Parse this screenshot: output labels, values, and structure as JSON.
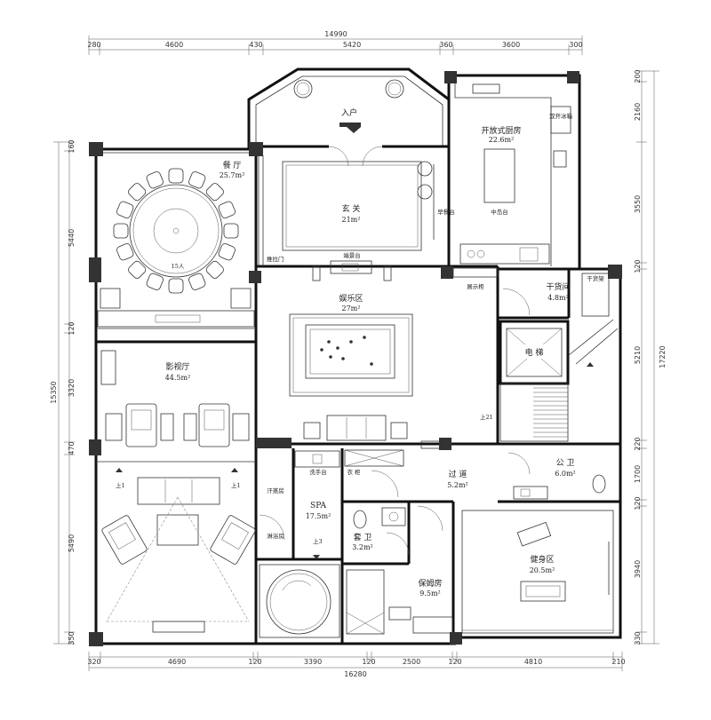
{
  "rooms": {
    "entry": "入户",
    "kitchen": {
      "name": "开放式厨房",
      "area": "22.6m²"
    },
    "fridge": "双开冰箱",
    "breakfast_bar": "早餐台",
    "island": "中岛台",
    "dining": {
      "name": "餐 厅",
      "area": "25.7m²",
      "seats": "15人"
    },
    "foyer": {
      "name": "玄 关",
      "area": "21m²"
    },
    "side_table": "端景台",
    "sliding_door": "推拉门",
    "entertainment": {
      "name": "娱乐区",
      "area": "27m²"
    },
    "display_cabinet": "展示柜",
    "pantry": {
      "name": "干货间",
      "area": "4.8m²"
    },
    "dry_rack": "干货架",
    "elevator": "电 梯",
    "stair_up": "上21",
    "home_theater": {
      "name": "影视厅",
      "area": "44.5m²"
    },
    "up_left": "上1",
    "up_right": "上1",
    "corridor": {
      "name": "过 道",
      "area": "5.2m²"
    },
    "guest_wc": {
      "name": "公 卫",
      "area": "6.0m²"
    },
    "washbasin": "洗手台",
    "wardrobe": "衣 柜",
    "sauna": "汗蒸房",
    "shower": "淋浴房",
    "spa": {
      "name": "SPA",
      "area": "17.5m²"
    },
    "spa_up": "上3",
    "ensuite": {
      "name": "套 卫",
      "area": "3.2m²"
    },
    "maid_room": {
      "name": "保姆房",
      "area": "9.5m²"
    },
    "gym": {
      "name": "健身区",
      "area": "20.5m²"
    }
  },
  "dimensions": {
    "top_total": "14990",
    "top_segments": [
      "280",
      "4600",
      "430",
      "5420",
      "360",
      "3600",
      "300"
    ],
    "bottom_total": "16280",
    "bottom_segments": [
      "320",
      "4690",
      "120",
      "3390",
      "120",
      "2500",
      "120",
      "4810",
      "210"
    ],
    "left_total": "15350",
    "left_segments": [
      "160",
      "5440",
      "120",
      "3320",
      "470",
      "5490",
      "350"
    ],
    "right_total": "17220",
    "right_segments": [
      "200",
      "2160",
      "3550",
      "120",
      "5210",
      "220",
      "1700",
      "120",
      "3940",
      "330"
    ]
  }
}
